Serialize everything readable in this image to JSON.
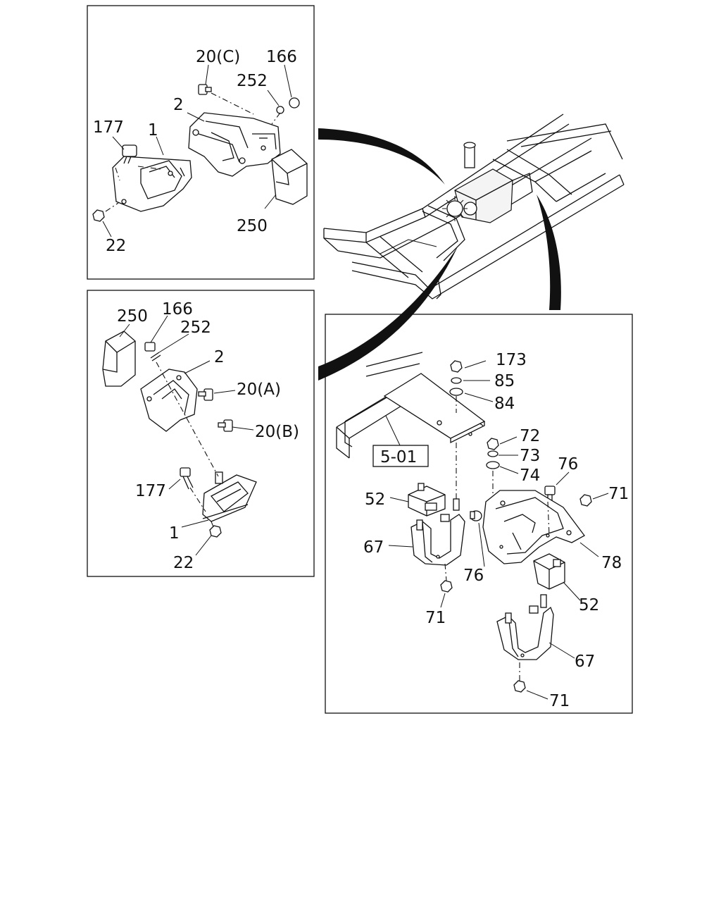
{
  "panels": {
    "top_left": {
      "labels": {
        "l20c": "20(C)",
        "l166": "166",
        "l252": "252",
        "l2": "2",
        "l177": "177",
        "l1": "1",
        "l250": "250",
        "l22": "22"
      }
    },
    "mid_left": {
      "labels": {
        "l250": "250",
        "l166": "166",
        "l252": "252",
        "l2": "2",
        "l20a": "20(A)",
        "l20b": "20(B)",
        "l177": "177",
        "l1": "1",
        "l22": "22"
      }
    },
    "right": {
      "ref_box": "5-01",
      "labels": {
        "l173": "173",
        "l85": "85",
        "l84": "84",
        "l72": "72",
        "l73": "73",
        "l74": "74",
        "l76a": "76",
        "l71a": "71",
        "l52a": "52",
        "l67a": "67",
        "l76b": "76",
        "l78": "78",
        "l71b": "71",
        "l52b": "52",
        "l67b": "67",
        "l71c": "71"
      }
    }
  }
}
